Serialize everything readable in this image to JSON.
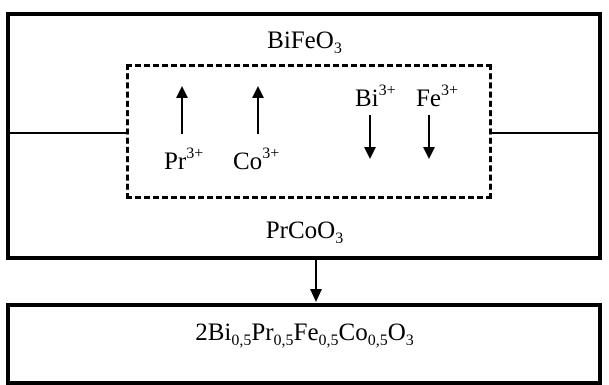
{
  "diagram": {
    "top_compound": {
      "base": "BiFeO",
      "subscript": "3"
    },
    "bottom_compound": {
      "base": "PrCoO",
      "subscript": "3"
    },
    "ions": [
      {
        "symbol": "Pr",
        "charge": "3+",
        "spin": "up"
      },
      {
        "symbol": "Co",
        "charge": "3+",
        "spin": "up"
      },
      {
        "symbol": "Bi",
        "charge": "3+",
        "spin": "down"
      },
      {
        "symbol": "Fe",
        "charge": "3+",
        "spin": "down"
      }
    ],
    "product": {
      "parts": [
        {
          "text": "2Bi",
          "sub": "0,5"
        },
        {
          "text": "Pr",
          "sub": "0,5"
        },
        {
          "text": "Fe",
          "sub": "0,5"
        },
        {
          "text": "Co",
          "sub": "0,5"
        },
        {
          "text": "O",
          "sub": "3"
        }
      ]
    },
    "colors": {
      "stroke": "#000000",
      "background": "#ffffff"
    }
  }
}
